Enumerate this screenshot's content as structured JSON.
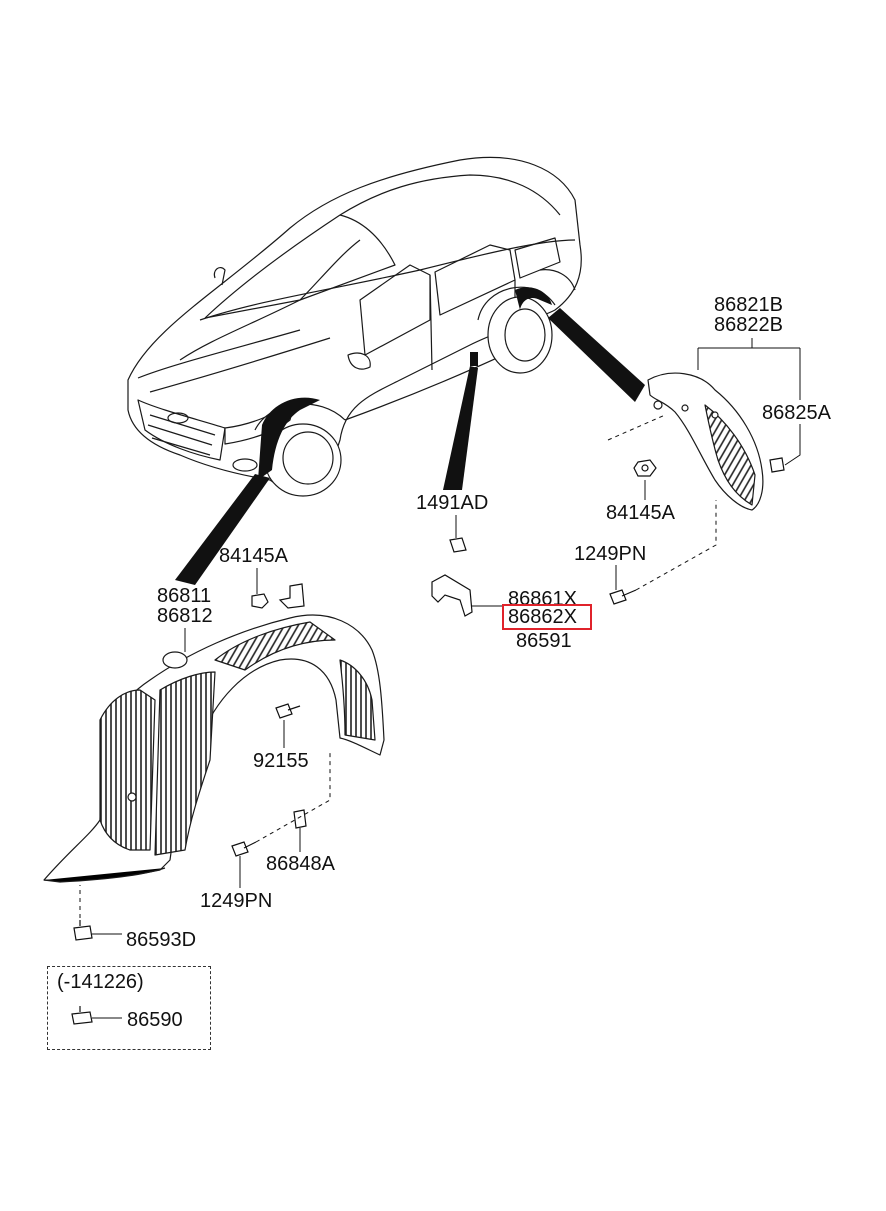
{
  "labels": {
    "p86821B": "86821B",
    "p86822B": "86822B",
    "p86825A": "86825A",
    "p84145A_right": "84145A",
    "p1249PN_right": "1249PN",
    "p1491AD": "1491AD",
    "p86861X": "86861X",
    "p86862X": "86862X",
    "p86591": "86591",
    "p84145A_left": "84145A",
    "p86811": "86811",
    "p86812": "86812",
    "p92155": "92155",
    "p86848A": "86848A",
    "p1249PN_left": "1249PN",
    "p86593D": "86593D",
    "variant_range": "(-141226)",
    "p86590": "86590"
  },
  "highlight": {
    "part": "86862X",
    "color": "#e0232b"
  }
}
